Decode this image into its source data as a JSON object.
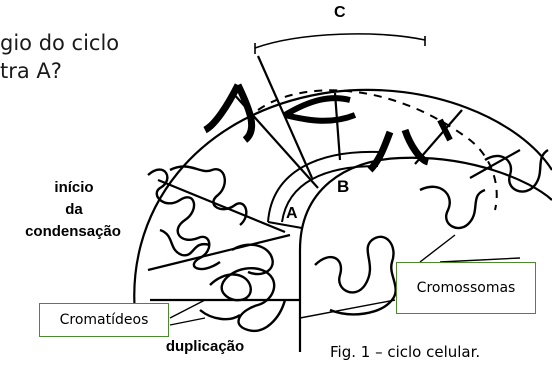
{
  "question": {
    "line1": "gio do ciclo",
    "line2": "tra A?"
  },
  "labels": {
    "c": "C",
    "b": "B",
    "a": "A",
    "inicio": "início",
    "da": "da",
    "condensacao": "condensação",
    "duplicacao": "duplicação"
  },
  "boxes": {
    "cromatideos": "Cromatídeos",
    "cromossomas": "Cromossomas"
  },
  "caption": "Fig. 1 – ciclo celular.",
  "colors": {
    "box_border": "#4c8a2f",
    "ink": "#000000"
  }
}
